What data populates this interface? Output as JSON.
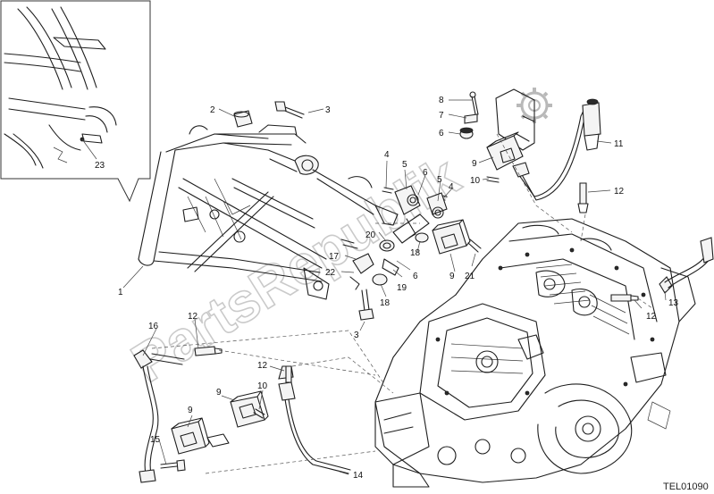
{
  "watermark_text": "PartsRepublik",
  "reference_code": "TEL01090",
  "callouts": [
    "1",
    "2",
    "3",
    "3",
    "4",
    "4",
    "5",
    "5",
    "6",
    "6",
    "6",
    "7",
    "8",
    "9",
    "9",
    "9",
    "9",
    "10",
    "10",
    "11",
    "12",
    "12",
    "12",
    "12",
    "13",
    "14",
    "15",
    "16",
    "17",
    "18",
    "18",
    "19",
    "20",
    "21",
    "22",
    "23"
  ],
  "colors": {
    "line": "#1e1e1e",
    "watermark": "#b9b9b9",
    "background": "#ffffff"
  },
  "icons": [
    "gear-icon"
  ]
}
